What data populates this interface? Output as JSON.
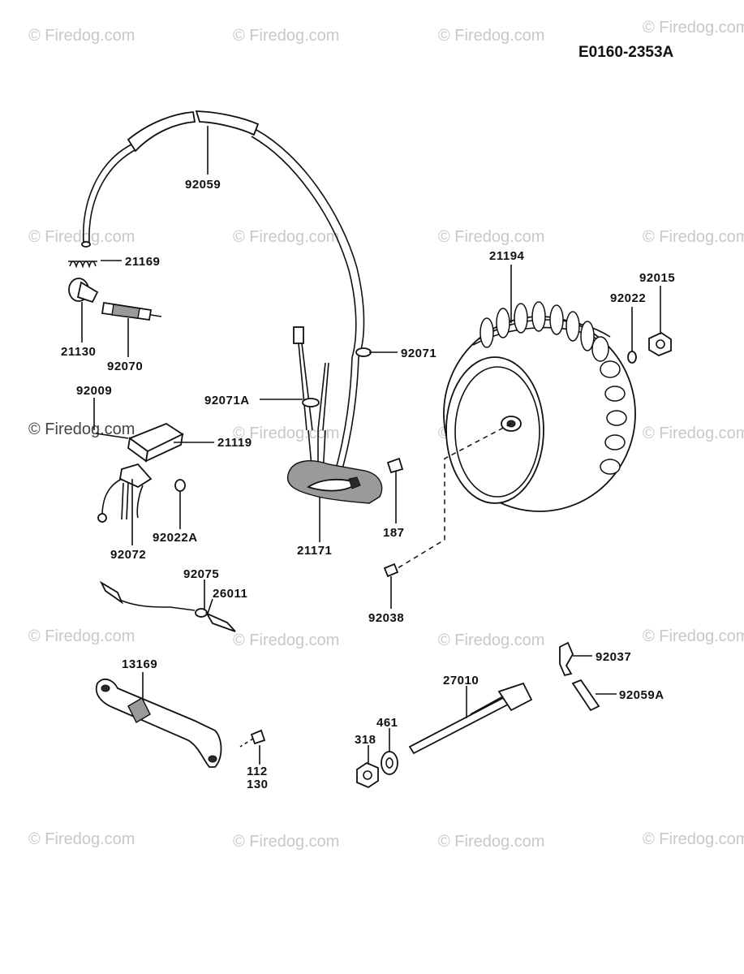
{
  "diagram_code": "E0160-2353A",
  "watermark": "© Firedog.com",
  "callouts": {
    "c92059": "92059",
    "c21169": "21169",
    "c21130": "21130",
    "c92070": "92070",
    "c92009": "92009",
    "c21119": "21119",
    "c92022A": "92022A",
    "c92072": "92072",
    "c92071": "92071",
    "c92071A": "92071A",
    "c21171": "21171",
    "c187": "187",
    "c21194": "21194",
    "c92022": "92022",
    "c92015": "92015",
    "c92038": "92038",
    "c92075": "92075",
    "c26011": "26011",
    "c13169": "13169",
    "c112": "112",
    "c130": "130",
    "c27010": "27010",
    "c461": "461",
    "c318": "318",
    "c92037": "92037",
    "c92059A": "92059A"
  }
}
